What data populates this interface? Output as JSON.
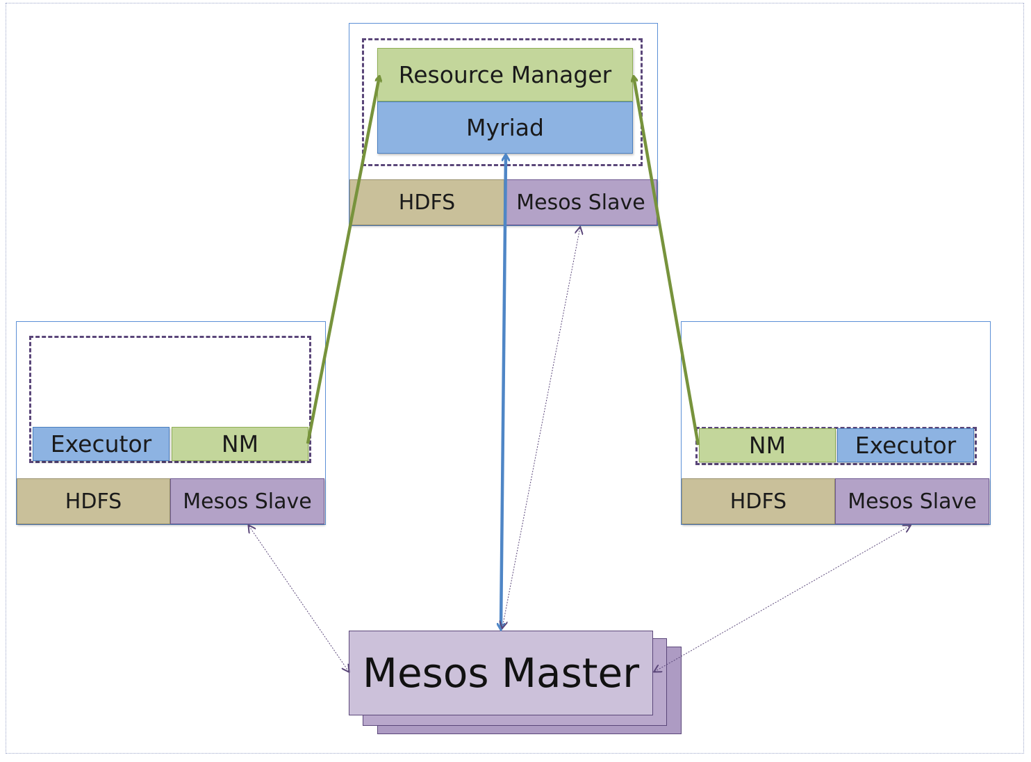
{
  "top_node": {
    "resource_manager": "Resource Manager",
    "myriad": "Myriad",
    "hdfs": "HDFS",
    "mesos_slave": "Mesos Slave"
  },
  "left_node": {
    "executor": "Executor",
    "nm": "NM",
    "hdfs": "HDFS",
    "mesos_slave": "Mesos Slave"
  },
  "right_node": {
    "nm": "NM",
    "executor": "Executor",
    "hdfs": "HDFS",
    "mesos_slave": "Mesos Slave"
  },
  "master": {
    "label": "Mesos Master"
  },
  "colors": {
    "resource_manager": "#c3d69b",
    "myriad": "#8db3e2",
    "hdfs": "#c9c09a",
    "mesos_slave": "#b3a2c7",
    "mesos_master": "#ccc1da",
    "nm_link": "#77933c",
    "myriad_link": "#4f86c6",
    "slave_link": "#5a4679"
  }
}
